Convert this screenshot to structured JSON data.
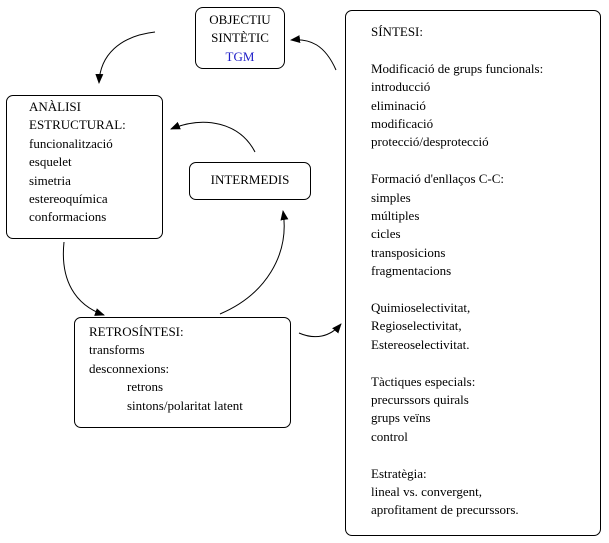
{
  "objectiu": {
    "lines": [
      "OBJECTIU",
      "SINTÈTIC",
      "TGM"
    ],
    "tgm_color": "#2020c8"
  },
  "analisi": {
    "title": [
      "ANÀLISI",
      "ESTRUCTURAL:"
    ],
    "items": [
      "funcionalització",
      "esquelet",
      "simetria",
      "estereoquímica",
      "conformacions"
    ]
  },
  "intermedis": {
    "label": "INTERMEDIS"
  },
  "retrosintesi": {
    "title": "RETROSÍNTESI:",
    "items": [
      "transforms",
      "desconnexions:"
    ],
    "subitems": [
      "retrons",
      "sintons/polaritat latent"
    ]
  },
  "sintesi": {
    "title": "SÍNTESI:",
    "sections": [
      {
        "heading": "Modificació de grups funcionals:",
        "items": [
          "introducció",
          "eliminació",
          "modificació",
          "protecció/desprotecció"
        ]
      },
      {
        "heading": "Formació d'enllaços C-C:",
        "items": [
          "simples",
          "múltiples",
          "cicles",
          "transposicions",
          "fragmentacions"
        ]
      },
      {
        "heading": "Quimioselectivitat,",
        "items": [
          "Regioselectivitat,",
          "Estereoselectivitat."
        ]
      },
      {
        "heading": "Tàctiques especials:",
        "items": [
          "precurssors quirals",
          "grups veïns",
          "control"
        ]
      },
      {
        "heading": "Estratègia:",
        "items": [
          "lineal vs. convergent,",
          "aprofitament de precurssors."
        ]
      }
    ]
  }
}
